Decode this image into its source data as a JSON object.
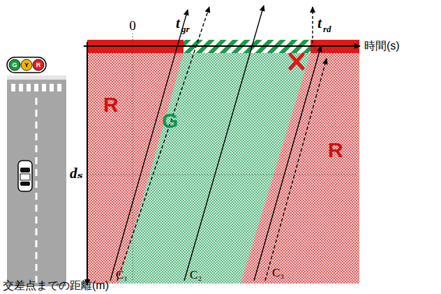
{
  "diagram": {
    "labels": [
      "G",
      "Y",
      "R",
      "0",
      "t",
      "gr",
      "t",
      "rd",
      "時間(s)",
      "R",
      "G",
      "R",
      "dₛ",
      "C₁",
      "C₂",
      "C₃",
      "交差点までの距離(m)"
    ]
  }
}
